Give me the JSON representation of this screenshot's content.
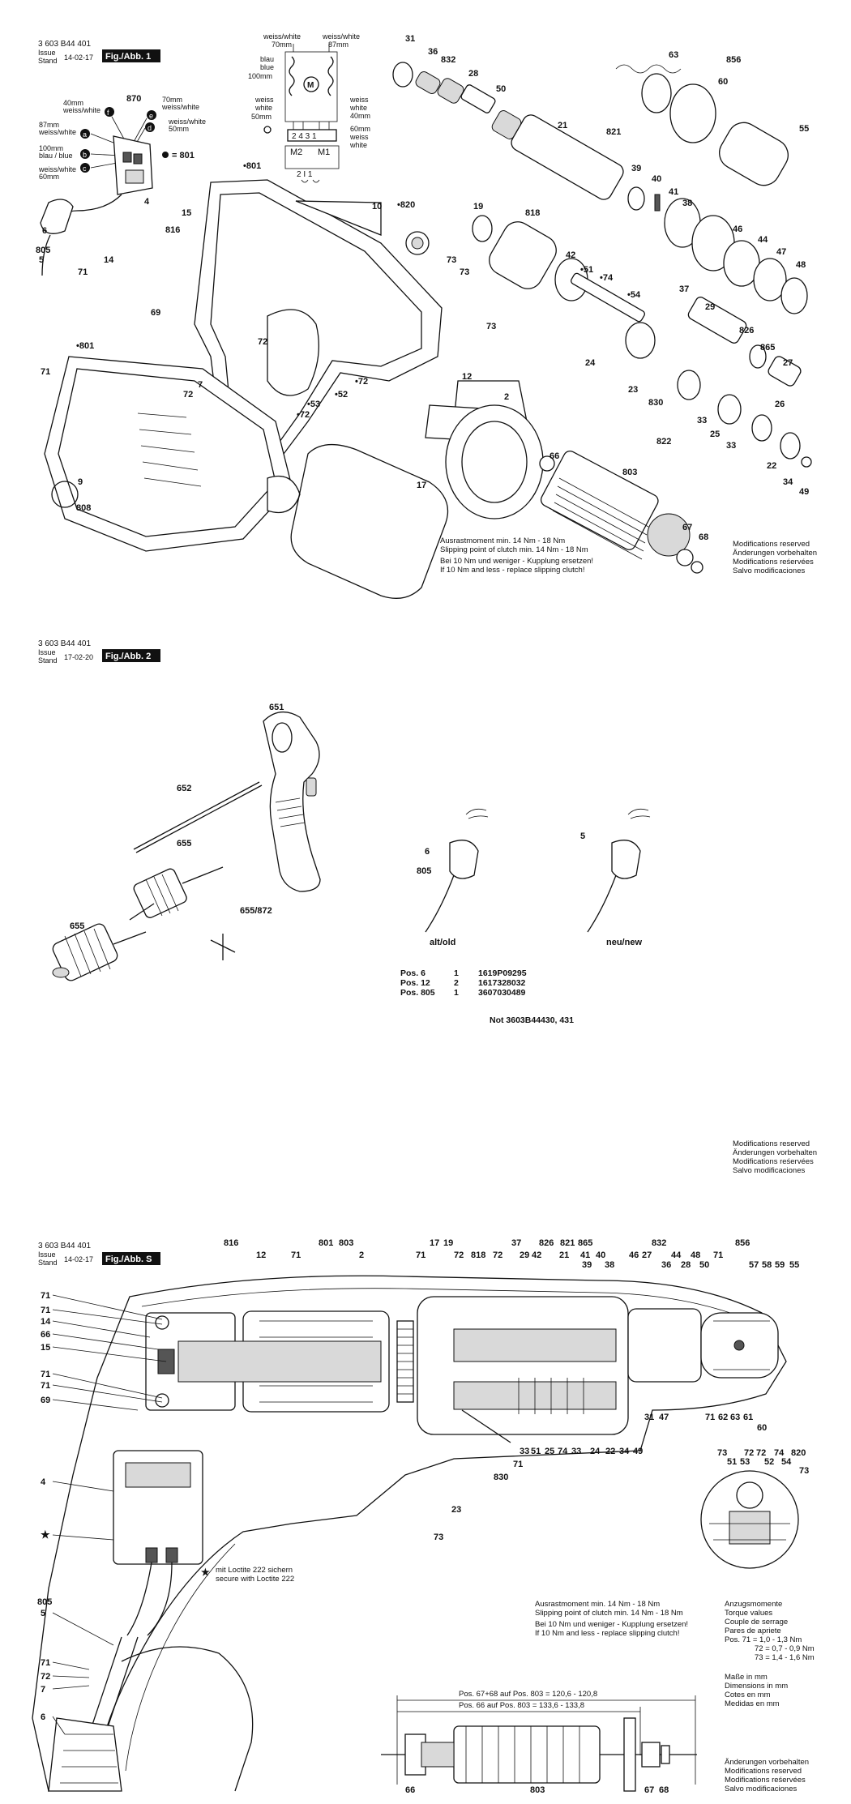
{
  "figure1": {
    "doc_number": "3 603 B44 401",
    "issue_label_en": "Issue",
    "issue_label_de": "Stand",
    "issue_date": "14-02-17",
    "fig_label": "Fig./Abb. 1",
    "wiring": {
      "top_left_a": "weiss/white",
      "top_left_b": "70mm",
      "top_right_a": "weiss/white",
      "top_right_b": "87mm",
      "left_blau_a": "blau",
      "left_blau_b": "blue",
      "left_blau_c": "100mm",
      "left_weiss_a": "weiss",
      "left_weiss_b": "white",
      "left_weiss_c": "50mm",
      "right_a1": "weiss",
      "right_a2": "white",
      "right_a3": "40mm",
      "right_b1": "60mm",
      "right_b2": "weiss",
      "right_b3": "white",
      "motor": "M",
      "terminals": "2 4 3 1",
      "m2": "M2",
      "m1": "M1",
      "bottom": "2 I 1",
      "dot_legend": "= 801"
    },
    "switch_labels": {
      "w40_a": "40mm",
      "w40_b": "weiss/white",
      "w87_a": "87mm",
      "w87_b": "weiss/white",
      "w100_a": "100mm",
      "w100_b": "blau / blue",
      "w60_a": "weiss/white",
      "w60_b": "60mm",
      "w70_a": "70mm",
      "w70_b": "weiss/white",
      "w50_a": "weiss/white",
      "w50_b": "50mm"
    },
    "callouts": [
      "870",
      "4",
      "6",
      "805",
      "5",
      "15",
      "816",
      "14",
      "71",
      "69",
      "•801",
      "71",
      "7",
      "72",
      "9",
      "808",
      "•801",
      "10",
      "•820",
      "72",
      "•72",
      "•52",
      "•53",
      "•72",
      "12",
      "2",
      "17",
      "31",
      "36",
      "832",
      "28",
      "50",
      "21",
      "63",
      "856",
      "60",
      "55",
      "821",
      "39",
      "40",
      "41",
      "38",
      "46",
      "44",
      "47",
      "48",
      "19",
      "818",
      "42",
      "•51",
      "•74",
      "73",
      "73",
      "73",
      "•54",
      "37",
      "29",
      "826",
      "865",
      "27",
      "24",
      "23",
      "830",
      "822",
      "33",
      "25",
      "33",
      "26",
      "22",
      "34",
      "49",
      "66",
      "803",
      "67",
      "68"
    ],
    "clutch_note": [
      "Ausrastmoment min. 14 Nm - 18 Nm",
      "Slipping point of clutch min. 14 Nm - 18 Nm",
      "Bei 10 Nm und weniger - Kupplung ersetzen!",
      "If 10 Nm and less - replace slipping clutch!"
    ],
    "modifications": [
      "Modifications reserved",
      "Änderungen vorbehalten",
      "Modifications reśervées",
      "Salvo modificaciones"
    ]
  },
  "figure2": {
    "doc_number": "3 603 B44 401",
    "issue_label_en": "Issue",
    "issue_label_de": "Stand",
    "issue_date": "17-02-20",
    "fig_label": "Fig./Abb. 2",
    "callouts": [
      "651",
      "652",
      "655",
      "655",
      "655/872",
      "6",
      "805",
      "5"
    ],
    "caption_old": "alt/old",
    "caption_new": "neu/new",
    "pos_table": [
      {
        "pos": "Pos. 6",
        "qty": "1",
        "part": "1619P09295"
      },
      {
        "pos": "Pos. 12",
        "qty": "2",
        "part": "1617328032"
      },
      {
        "pos": "Pos. 805",
        "qty": "1",
        "part": "3607030489"
      }
    ],
    "not_note": "Not 3603B44430, 431",
    "modifications": [
      "Modifications reserved",
      "Änderungen vorbehalten",
      "Modifications reśervées",
      "Salvo modificaciones"
    ]
  },
  "figureS": {
    "doc_number": "3 603 B44 401",
    "issue_label_en": "Issue",
    "issue_label_de": "Stand",
    "issue_date": "14-02-17",
    "fig_label": "Fig./Abb. S",
    "top_callouts": [
      "816",
      "12",
      "71",
      "801",
      "803",
      "2",
      "71",
      "17",
      "19",
      "72",
      "818",
      "72",
      "37",
      "29",
      "826",
      "42",
      "821",
      "21",
      "865",
      "39",
      "41",
      "40",
      "38",
      "832",
      "46",
      "27",
      "44",
      "36",
      "28",
      "48",
      "50",
      "71",
      "856",
      "57",
      "58",
      "59",
      "55"
    ],
    "left_callouts": [
      "71",
      "71",
      "14",
      "66",
      "15",
      "71",
      "71",
      "69",
      "4",
      "★",
      "805",
      "5",
      "71",
      "72",
      "7",
      "6"
    ],
    "bottom_callouts": [
      "33",
      "51",
      "25",
      "74",
      "33",
      "24",
      "22",
      "34",
      "49",
      "71",
      "830",
      "23",
      "73",
      "31",
      "47",
      "71",
      "62",
      "63",
      "61",
      "60"
    ],
    "detail_callouts": [
      "73",
      "72",
      "72",
      "74",
      "820",
      "51",
      "53",
      "52",
      "54",
      "73"
    ],
    "loctite_note": [
      "mit Loctite 222 sichern",
      "secure with Loctite 222"
    ],
    "clutch_note": [
      "Ausrastmoment min. 14 Nm - 18 Nm",
      "Slipping point of clutch min. 14 Nm - 18 Nm",
      "Bei 10 Nm und weniger - Kupplung ersetzen!",
      "If 10 Nm and less - replace slipping clutch!"
    ],
    "torque": [
      "Anzugsmomente",
      "Torque values",
      "Couple de serrage",
      "Pares de apriete",
      "Pos. 71 = 1,0 - 1,3 Nm",
      "72 = 0,7 - 0,9 Nm",
      "73 = 1,4 - 1,6 Nm"
    ],
    "dims": [
      "Maße in mm",
      "Dimensions in mm",
      "Cotes en mm",
      "Medidas en mm"
    ],
    "dim_upper": "Pos. 67+68 auf Pos. 803 = 120,6 - 120,8",
    "dim_lower": "Pos. 66 auf Pos. 803 = 133,6 - 133,8",
    "armature_callouts": [
      "66",
      "803",
      "67",
      "68"
    ],
    "modifications": [
      "Änderungen vorbehalten",
      "Modifications reserved",
      "Modifications reśervées",
      "Salvo modificaciones"
    ]
  }
}
